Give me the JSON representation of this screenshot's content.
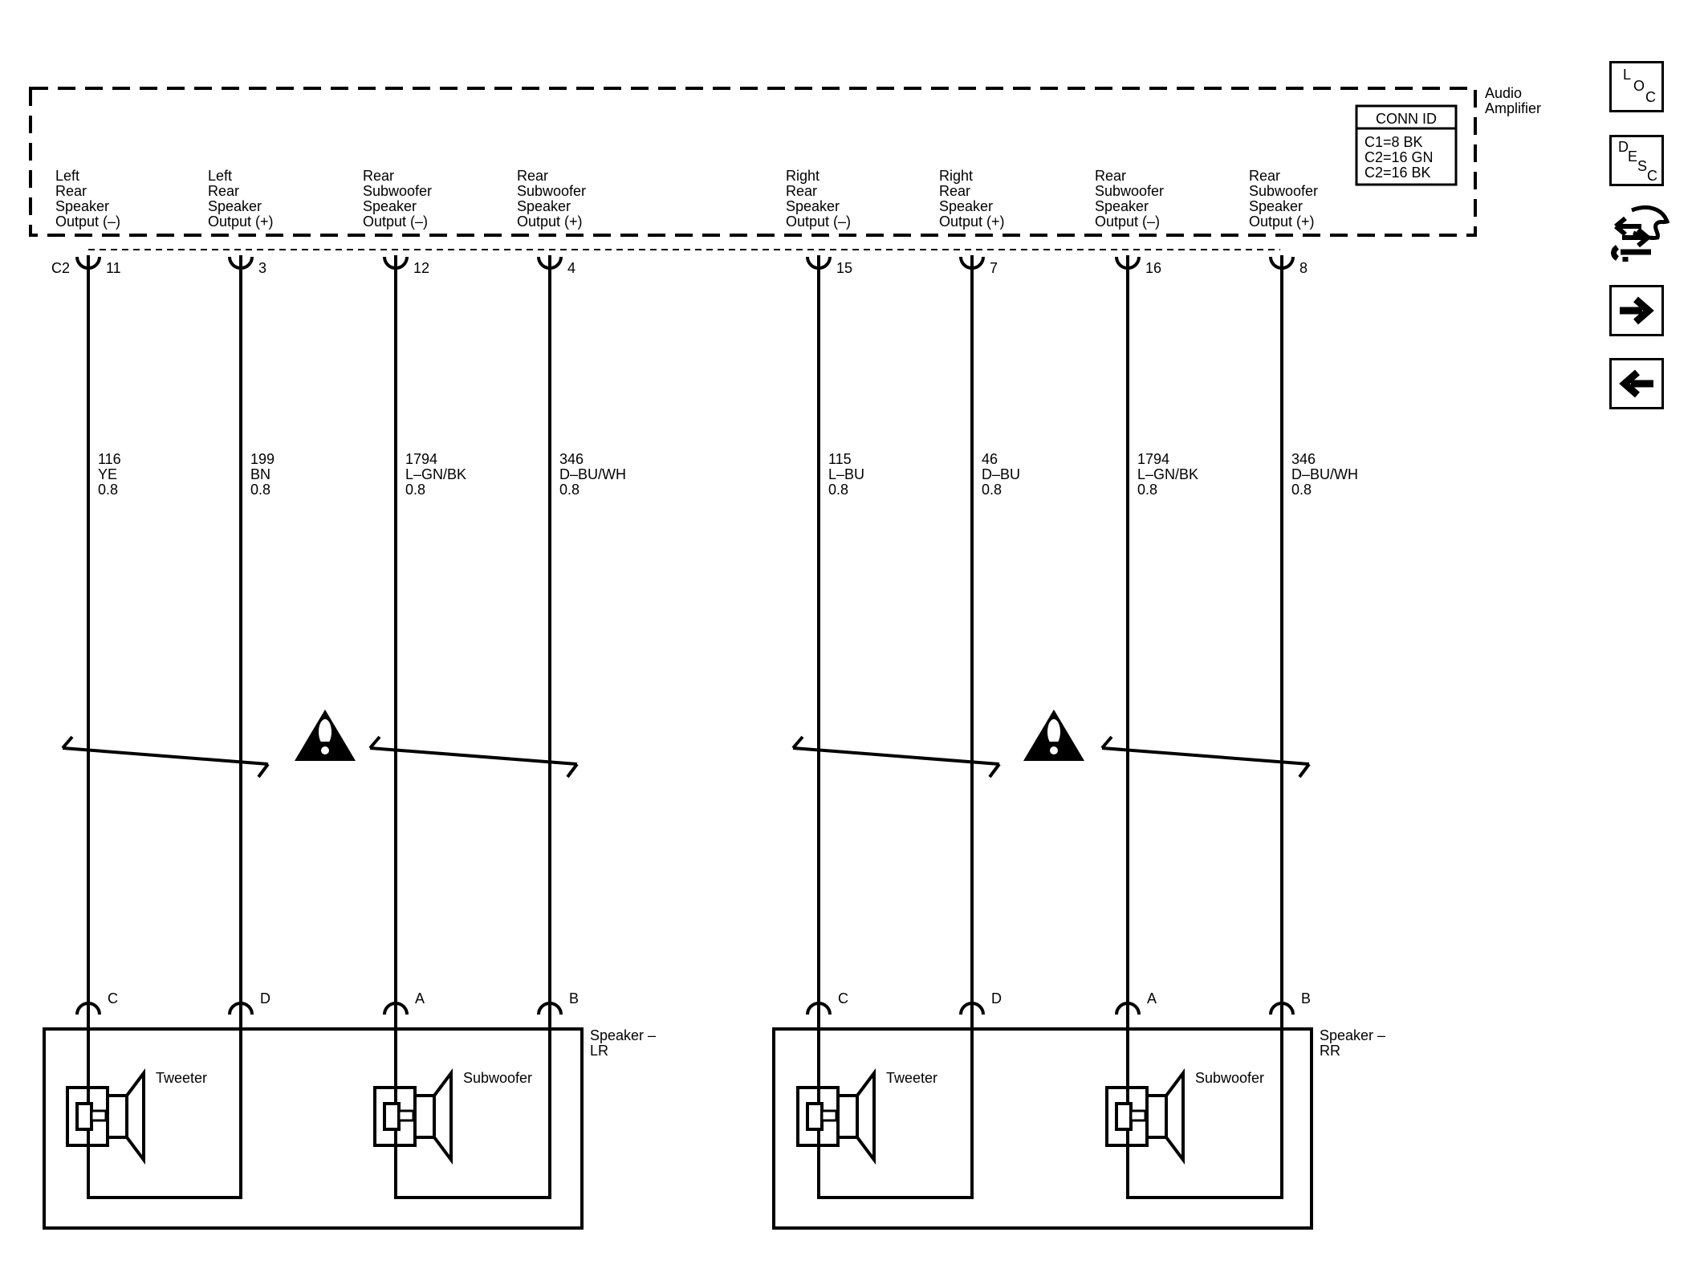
{
  "amplifier": {
    "name_line1": "Audio",
    "name_line2": "Amplifier",
    "conn_id": {
      "title": "CONN ID",
      "rows": [
        "C1=8 BK",
        "C2=16 GN",
        "C2=16 BK"
      ]
    },
    "connector_label": "C2"
  },
  "circuits": [
    {
      "label": [
        "Left",
        "Rear",
        "Speaker",
        "Output (–)"
      ],
      "pin": "11",
      "wire": [
        "116",
        "YE",
        "0.8"
      ],
      "speaker_pin": "C"
    },
    {
      "label": [
        "Left",
        "Rear",
        "Speaker",
        "Output (+)"
      ],
      "pin": "3",
      "wire": [
        "199",
        "BN",
        "0.8"
      ],
      "speaker_pin": "D"
    },
    {
      "label": [
        "Rear",
        "Subwoofer",
        "Speaker",
        "Output (–)"
      ],
      "pin": "12",
      "wire": [
        "1794",
        "L–GN/BK",
        "0.8"
      ],
      "speaker_pin": "A"
    },
    {
      "label": [
        "Rear",
        "Subwoofer",
        "Speaker",
        "Output (+)"
      ],
      "pin": "4",
      "wire": [
        "346",
        "D–BU/WH",
        "0.8"
      ],
      "speaker_pin": "B"
    },
    {
      "label": [
        "Right",
        "Rear",
        "Speaker",
        "Output (–)"
      ],
      "pin": "15",
      "wire": [
        "115",
        "L–BU",
        "0.8"
      ],
      "speaker_pin": "C"
    },
    {
      "label": [
        "Right",
        "Rear",
        "Speaker",
        "Output (+)"
      ],
      "pin": "7",
      "wire": [
        "46",
        "D–BU",
        "0.8"
      ],
      "speaker_pin": "D"
    },
    {
      "label": [
        "Rear",
        "Subwoofer",
        "Speaker",
        "Output (–)"
      ],
      "pin": "16",
      "wire": [
        "1794",
        "L–GN/BK",
        "0.8"
      ],
      "speaker_pin": "A"
    },
    {
      "label": [
        "Rear",
        "Subwoofer",
        "Speaker",
        "Output (+)"
      ],
      "pin": "8",
      "wire": [
        "346",
        "D–BU/WH",
        "0.8"
      ],
      "speaker_pin": "B"
    }
  ],
  "speakers": [
    {
      "name_line1": "Speaker –",
      "name_line2": "LR",
      "tweeter_label": "Tweeter",
      "subwoofer_label": "Subwoofer"
    },
    {
      "name_line1": "Speaker –",
      "name_line2": "RR",
      "tweeter_label": "Tweeter",
      "subwoofer_label": "Subwoofer"
    }
  ],
  "nav": {
    "loc": [
      "L",
      "O",
      "C"
    ],
    "desc": [
      "D",
      "E",
      "S",
      "C"
    ],
    "icons": [
      "location-icon",
      "description-icon",
      "connector-repair-icon",
      "next-arrow-icon",
      "previous-arrow-icon"
    ]
  }
}
